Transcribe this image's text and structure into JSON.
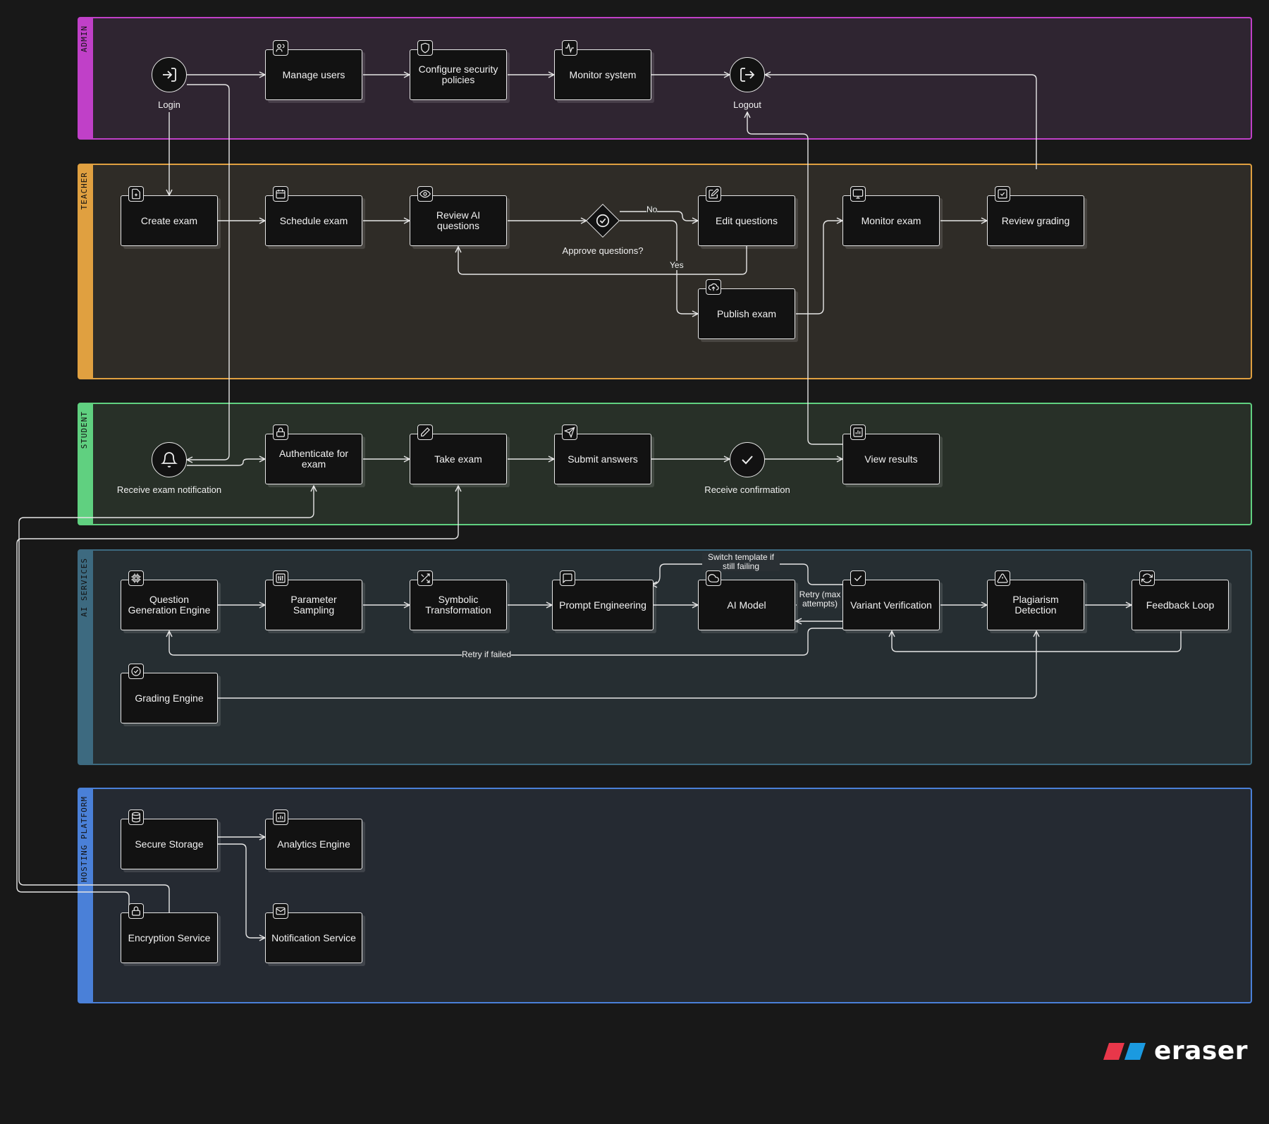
{
  "colors": {
    "admin": "#c040c8",
    "teacher": "#e0a040",
    "student": "#60d080",
    "ai_services": "#3d6a80",
    "hosting_platform": "#4a80d8",
    "node_border": "#e6e6e6",
    "brand_red": "#e8374a",
    "brand_blue": "#1b9ae0"
  },
  "lanes": {
    "admin": "ADMIN",
    "teacher": "TEACHER",
    "student": "STUDENT",
    "ai_services": "AI SERVICES",
    "hosting_platform": "HOSTING PLATFORM"
  },
  "nodes": {
    "login": {
      "label": "Login",
      "icon": "login-icon"
    },
    "manage_users": {
      "label": "Manage users",
      "icon": "users-icon"
    },
    "configure_security": {
      "label": "Configure security policies",
      "icon": "shield-icon"
    },
    "monitor_system": {
      "label": "Monitor system",
      "icon": "activity-icon"
    },
    "logout": {
      "label": "Logout",
      "icon": "logout-icon"
    },
    "create_exam": {
      "label": "Create exam",
      "icon": "file-plus-icon"
    },
    "schedule_exam": {
      "label": "Schedule exam",
      "icon": "calendar-icon"
    },
    "review_ai_questions": {
      "label": "Review AI questions",
      "icon": "eye-icon"
    },
    "approve_questions": {
      "label": "Approve questions?",
      "icon": "check-circle-icon"
    },
    "edit_questions": {
      "label": "Edit questions",
      "icon": "edit-icon"
    },
    "publish_exam": {
      "label": "Publish exam",
      "icon": "upload-cloud-icon"
    },
    "monitor_exam": {
      "label": "Monitor exam",
      "icon": "monitor-icon"
    },
    "review_grading": {
      "label": "Review grading",
      "icon": "check-square-icon"
    },
    "receive_notification": {
      "label": "Receive exam notification",
      "icon": "bell-icon"
    },
    "authenticate": {
      "label": "Authenticate for exam",
      "icon": "lock-icon"
    },
    "take_exam": {
      "label": "Take exam",
      "icon": "pencil-icon"
    },
    "submit_answers": {
      "label": "Submit answers",
      "icon": "send-icon"
    },
    "receive_confirmation": {
      "label": "Receive confirmation",
      "icon": "check-icon"
    },
    "view_results": {
      "label": "View results",
      "icon": "bar-chart-icon"
    },
    "question_generation": {
      "label": "Question Generation Engine",
      "icon": "cpu-icon"
    },
    "parameter_sampling": {
      "label": "Parameter Sampling",
      "icon": "sliders-icon"
    },
    "symbolic_transformation": {
      "label": "Symbolic Transformation",
      "icon": "shuffle-icon"
    },
    "prompt_engineering": {
      "label": "Prompt Engineering",
      "icon": "message-square-icon"
    },
    "ai_model": {
      "label": "AI Model",
      "icon": "cloud-icon"
    },
    "variant_verification": {
      "label": "Variant Verification",
      "icon": "check-icon"
    },
    "plagiarism_detection": {
      "label": "Plagiarism Detection",
      "icon": "alert-triangle-icon"
    },
    "feedback_loop": {
      "label": "Feedback Loop",
      "icon": "refresh-icon"
    },
    "grading_engine": {
      "label": "Grading Engine",
      "icon": "check-circle-icon"
    },
    "secure_storage": {
      "label": "Secure Storage",
      "icon": "database-icon"
    },
    "analytics_engine": {
      "label": "Analytics Engine",
      "icon": "bar-chart-icon"
    },
    "encryption_service": {
      "label": "Encryption Service",
      "icon": "lock-icon"
    },
    "notification_service": {
      "label": "Notification Service",
      "icon": "mail-icon"
    }
  },
  "edge_labels": {
    "no": "No",
    "yes": "Yes",
    "switch_template": "Switch template if still failing",
    "retry_max": "Retry (max attempts)",
    "retry_failed": "Retry if failed"
  },
  "brand": {
    "text": "eraser"
  }
}
